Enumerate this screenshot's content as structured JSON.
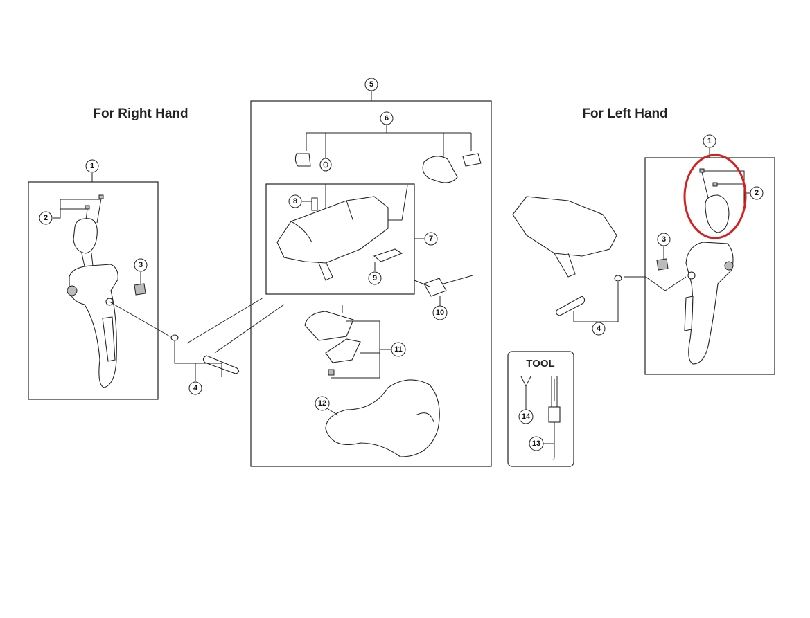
{
  "titles": {
    "right_hand": "For Right Hand",
    "left_hand": "For Left Hand",
    "tool": "TOOL"
  },
  "callouts": {
    "n1": "1",
    "n2": "2",
    "n3": "3",
    "n4": "4",
    "n5": "5",
    "n6": "6",
    "n7": "7",
    "n8": "8",
    "n9": "9",
    "n10": "10",
    "n11": "11",
    "n12": "12",
    "n13": "13",
    "n14": "14"
  },
  "highlight_color": "#d62020"
}
